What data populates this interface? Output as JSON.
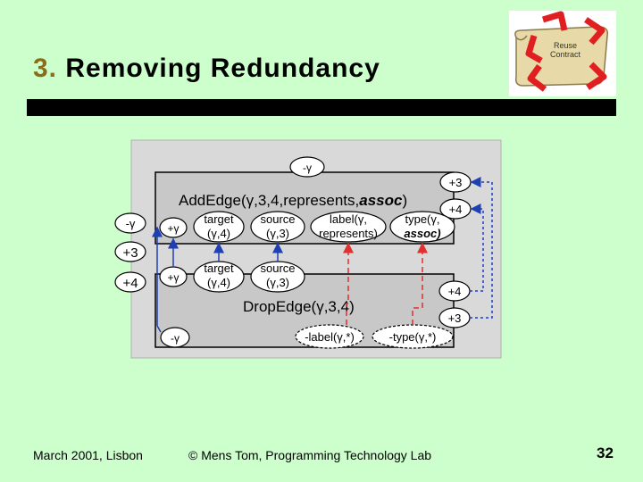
{
  "title": {
    "number": "3.",
    "text": "Removing Redundancy"
  },
  "logo": {
    "text_line1": "Reuse",
    "text_line2": "Contract"
  },
  "diagram": {
    "top_minus_gamma": "-γ",
    "add_edge_plain": "AddEdge(γ,3,4,represents,",
    "add_edge_bold": "assoc",
    "add_edge_close": ")",
    "drop_edge": "DropEdge(γ,3,4)",
    "right_plus3_top": "+3",
    "right_plus4_top": "+4",
    "right_plus4_bottom": "+4",
    "right_plus3_bottom": "+3",
    "left_minus_gamma": "-γ",
    "left_plus3": "+3",
    "left_plus4": "+4",
    "plus_gamma_top": "+γ",
    "plus_gamma_bottom": "+γ",
    "bottom_minus_gamma": "-γ",
    "target_top": {
      "line1": "target",
      "line2": "(γ,4)"
    },
    "source_top": {
      "line1": "source",
      "line2": "(γ,3)"
    },
    "label_top": {
      "line1": "label(γ,",
      "line2": "represents)"
    },
    "type_top": {
      "line1": "type(γ,",
      "line2": "assoc)"
    },
    "target_bottom": {
      "line1": "target",
      "line2": "(γ,4)"
    },
    "source_bottom": {
      "line1": "source",
      "line2": "(γ,3)"
    },
    "minus_label": "-label(γ,*)",
    "minus_type": "-type(γ,*)"
  },
  "footer": {
    "date_place": "March 2001, Lisbon",
    "copyright": "© Mens Tom, Programming Technology Lab",
    "page_number": "32"
  },
  "colors": {
    "background": "#ccffcc",
    "diagram_bg": "#d9d9d9",
    "blue_arrow": "#1f3fb5",
    "red_dashed": "#e03030",
    "title_number": "#8a6d1a"
  }
}
